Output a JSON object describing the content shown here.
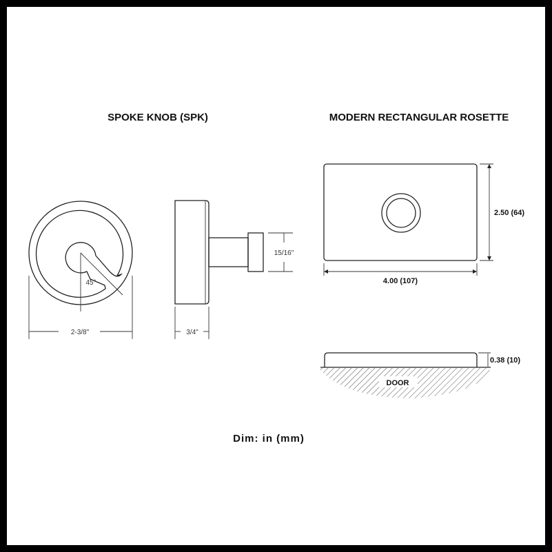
{
  "titles": {
    "knob": "SPOKE KNOB (SPK)",
    "rosette": "MODERN RECTANGULAR ROSETTE"
  },
  "knob_dims": {
    "angle": "45°",
    "diameter": "2-3/8\"",
    "depth": "3/4\"",
    "stem": "15/16\""
  },
  "rosette_dims": {
    "height": "2.50 (64)",
    "width": "4.00 (107)",
    "thickness": "0.38 (10)",
    "door": "DOOR"
  },
  "footer": "Dim: in (mm)"
}
